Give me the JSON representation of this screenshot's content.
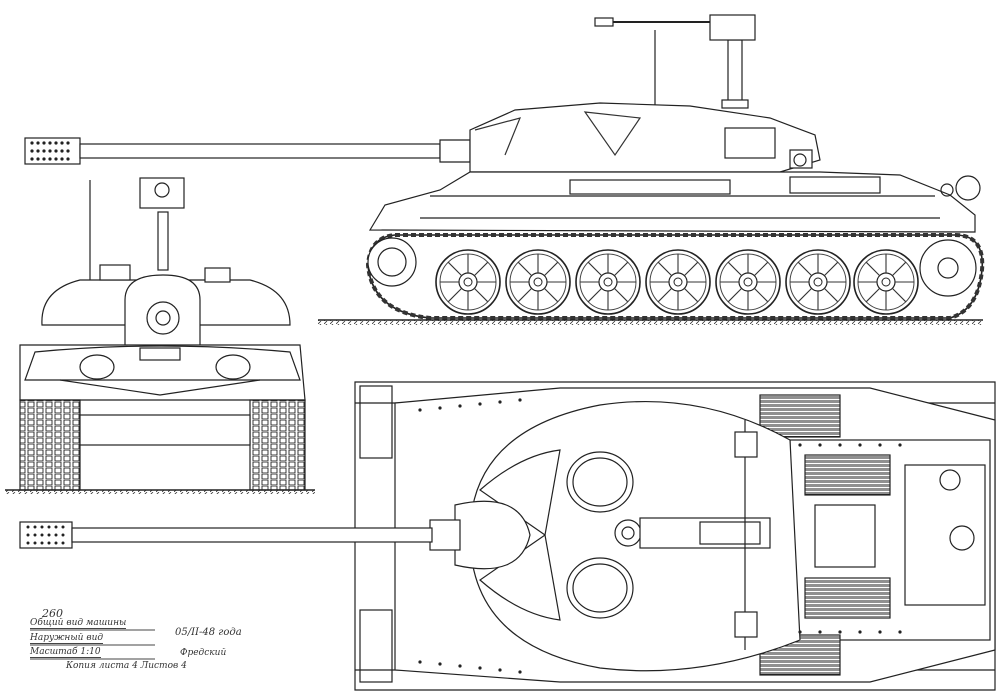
{
  "sheet": {
    "ink_color": "#2a2a2a",
    "paper_color": "#ffffff",
    "views": [
      "side-view",
      "front-view",
      "top-view"
    ]
  },
  "stamp": {
    "sheet_number": "260",
    "line1": "Общий вид машины",
    "line2": "Наружный вид",
    "line3": "Масштаб 1:10",
    "line4": "Копия листа 4   Листов 4"
  },
  "signature": {
    "date": "05/II-48 года",
    "name": "Фредский"
  }
}
